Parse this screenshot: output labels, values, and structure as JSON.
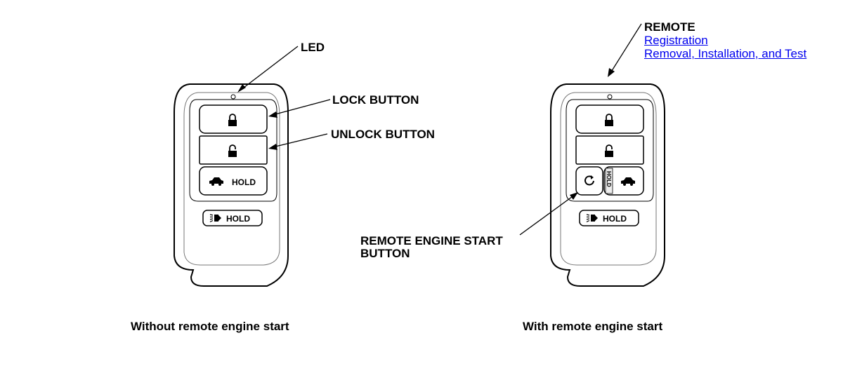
{
  "callouts": {
    "led": "LED",
    "lock_button": "LOCK BUTTON",
    "unlock_button": "UNLOCK BUTTON",
    "remote_engine_start_line1": "REMOTE ENGINE START",
    "remote_engine_start_line2": "BUTTON",
    "remote": "REMOTE"
  },
  "links": {
    "registration": "Registration",
    "removal": "Removal, Installation, and Test"
  },
  "captions": {
    "left": "Without remote engine start",
    "right": "With remote engine start"
  },
  "key_labels": {
    "hold": "HOLD"
  },
  "colors": {
    "link": "#0000ee",
    "outline": "#000000"
  }
}
